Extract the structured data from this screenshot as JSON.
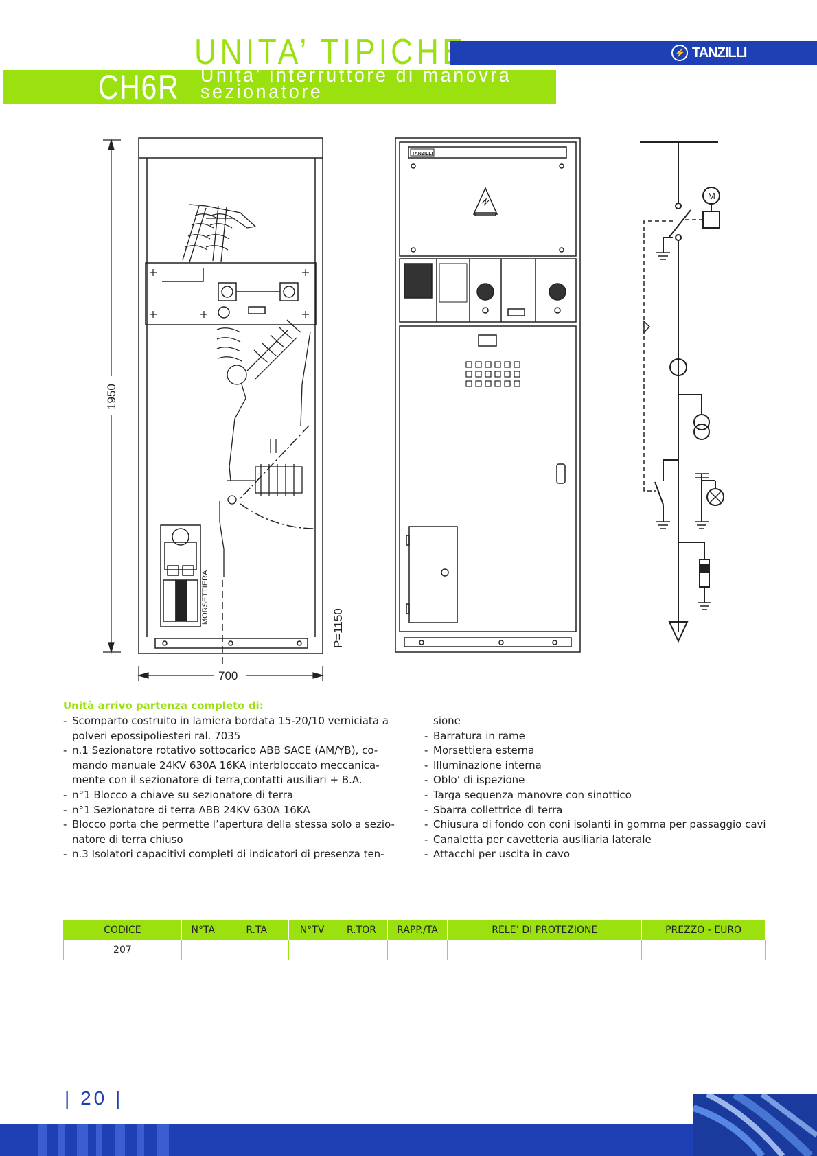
{
  "header": {
    "section_title": "UNITA’ TIPICHE",
    "logo_text": "TANZILLI",
    "unit_code": "CH6R",
    "unit_name_line1": "Unita’ interruttore di manovra",
    "unit_name_line2": "sezionatore"
  },
  "drawing": {
    "dim_height": "1950",
    "dim_width": "700",
    "dim_depth": "P=1150",
    "terminal_label": "MORSETTIERA",
    "motor_label": "M",
    "plate_label": "TANZILLI"
  },
  "description": {
    "heading": "Unità arrivo partenza completo di:",
    "left_items": [
      {
        "dash": "-",
        "text": "Scomparto costruito in lamiera bordata 15-20/10 verniciata a",
        "cont": "polveri epossipoliesteri ral. 7035"
      },
      {
        "dash": "-",
        "text": "n.1 Sezionatore rotativo sottocarico ABB SACE (AM/YB), co-",
        "cont": "mando manuale 24KV 630A 16KA interbloccato meccanica-",
        "cont2": "mente con il sezionatore di terra,contatti ausiliari + B.A."
      },
      {
        "dash": "-",
        "text": "n°1 Blocco a chiave su sezionatore di terra"
      },
      {
        "dash": "-",
        "text": "n°1 Sezionatore di terra ABB 24KV 630A 16KA"
      },
      {
        "dash": "-",
        "text": "Blocco porta che permette l’apertura della stessa solo a sezio-",
        "cont": "natore di terra chiuso"
      },
      {
        "dash": "-",
        "text": "n.3 Isolatori capacitivi completi di indicatori di presenza ten-"
      }
    ],
    "right_cont": "sione",
    "right_items": [
      "Barratura in rame",
      "Morsettiera esterna",
      "Illuminazione interna",
      "Oblo’ di ispezione",
      "Targa sequenza manovre con sinottico",
      "Sbarra collettrice di terra",
      "Chiusura di fondo con coni isolanti in gomma per passaggio cavi",
      "Canaletta per cavetteria ausiliaria laterale",
      "Attacchi per uscita in cavo"
    ]
  },
  "table": {
    "headers": [
      "CODICE",
      "N°TA",
      "R.TA",
      "N°TV",
      "R.TOR",
      "RAPP./TA",
      "RELE’ DI PROTEZIONE",
      "PREZZO - EURO"
    ],
    "row": [
      "207",
      "",
      "",
      "",
      "",
      "",
      "",
      ""
    ]
  },
  "footer": {
    "page_number": "20"
  },
  "colors": {
    "green": "#9be10f",
    "blue": "#1f3fb5"
  }
}
